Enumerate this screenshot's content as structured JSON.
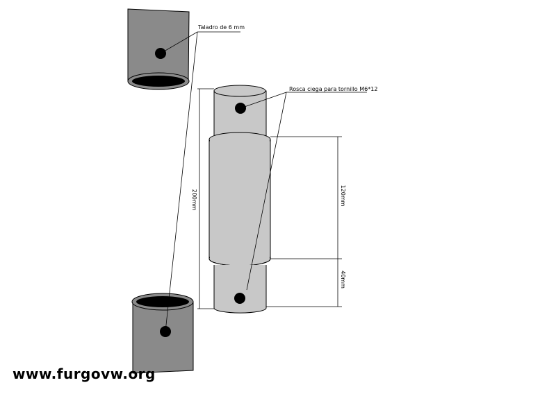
{
  "labels": {
    "drill_hole": "Taladro de 6 mm",
    "blind_thread": "Rosca ciega para tornillo M6*12",
    "total_length": "200mm",
    "middle_length": "120mm",
    "end_length": "40mm"
  },
  "watermark": "www.furgovw.org",
  "colors": {
    "outer_tube": "#8a8a8a",
    "inner_piece": "#c8c8c8",
    "hole": "#000000",
    "line": "#000000"
  }
}
